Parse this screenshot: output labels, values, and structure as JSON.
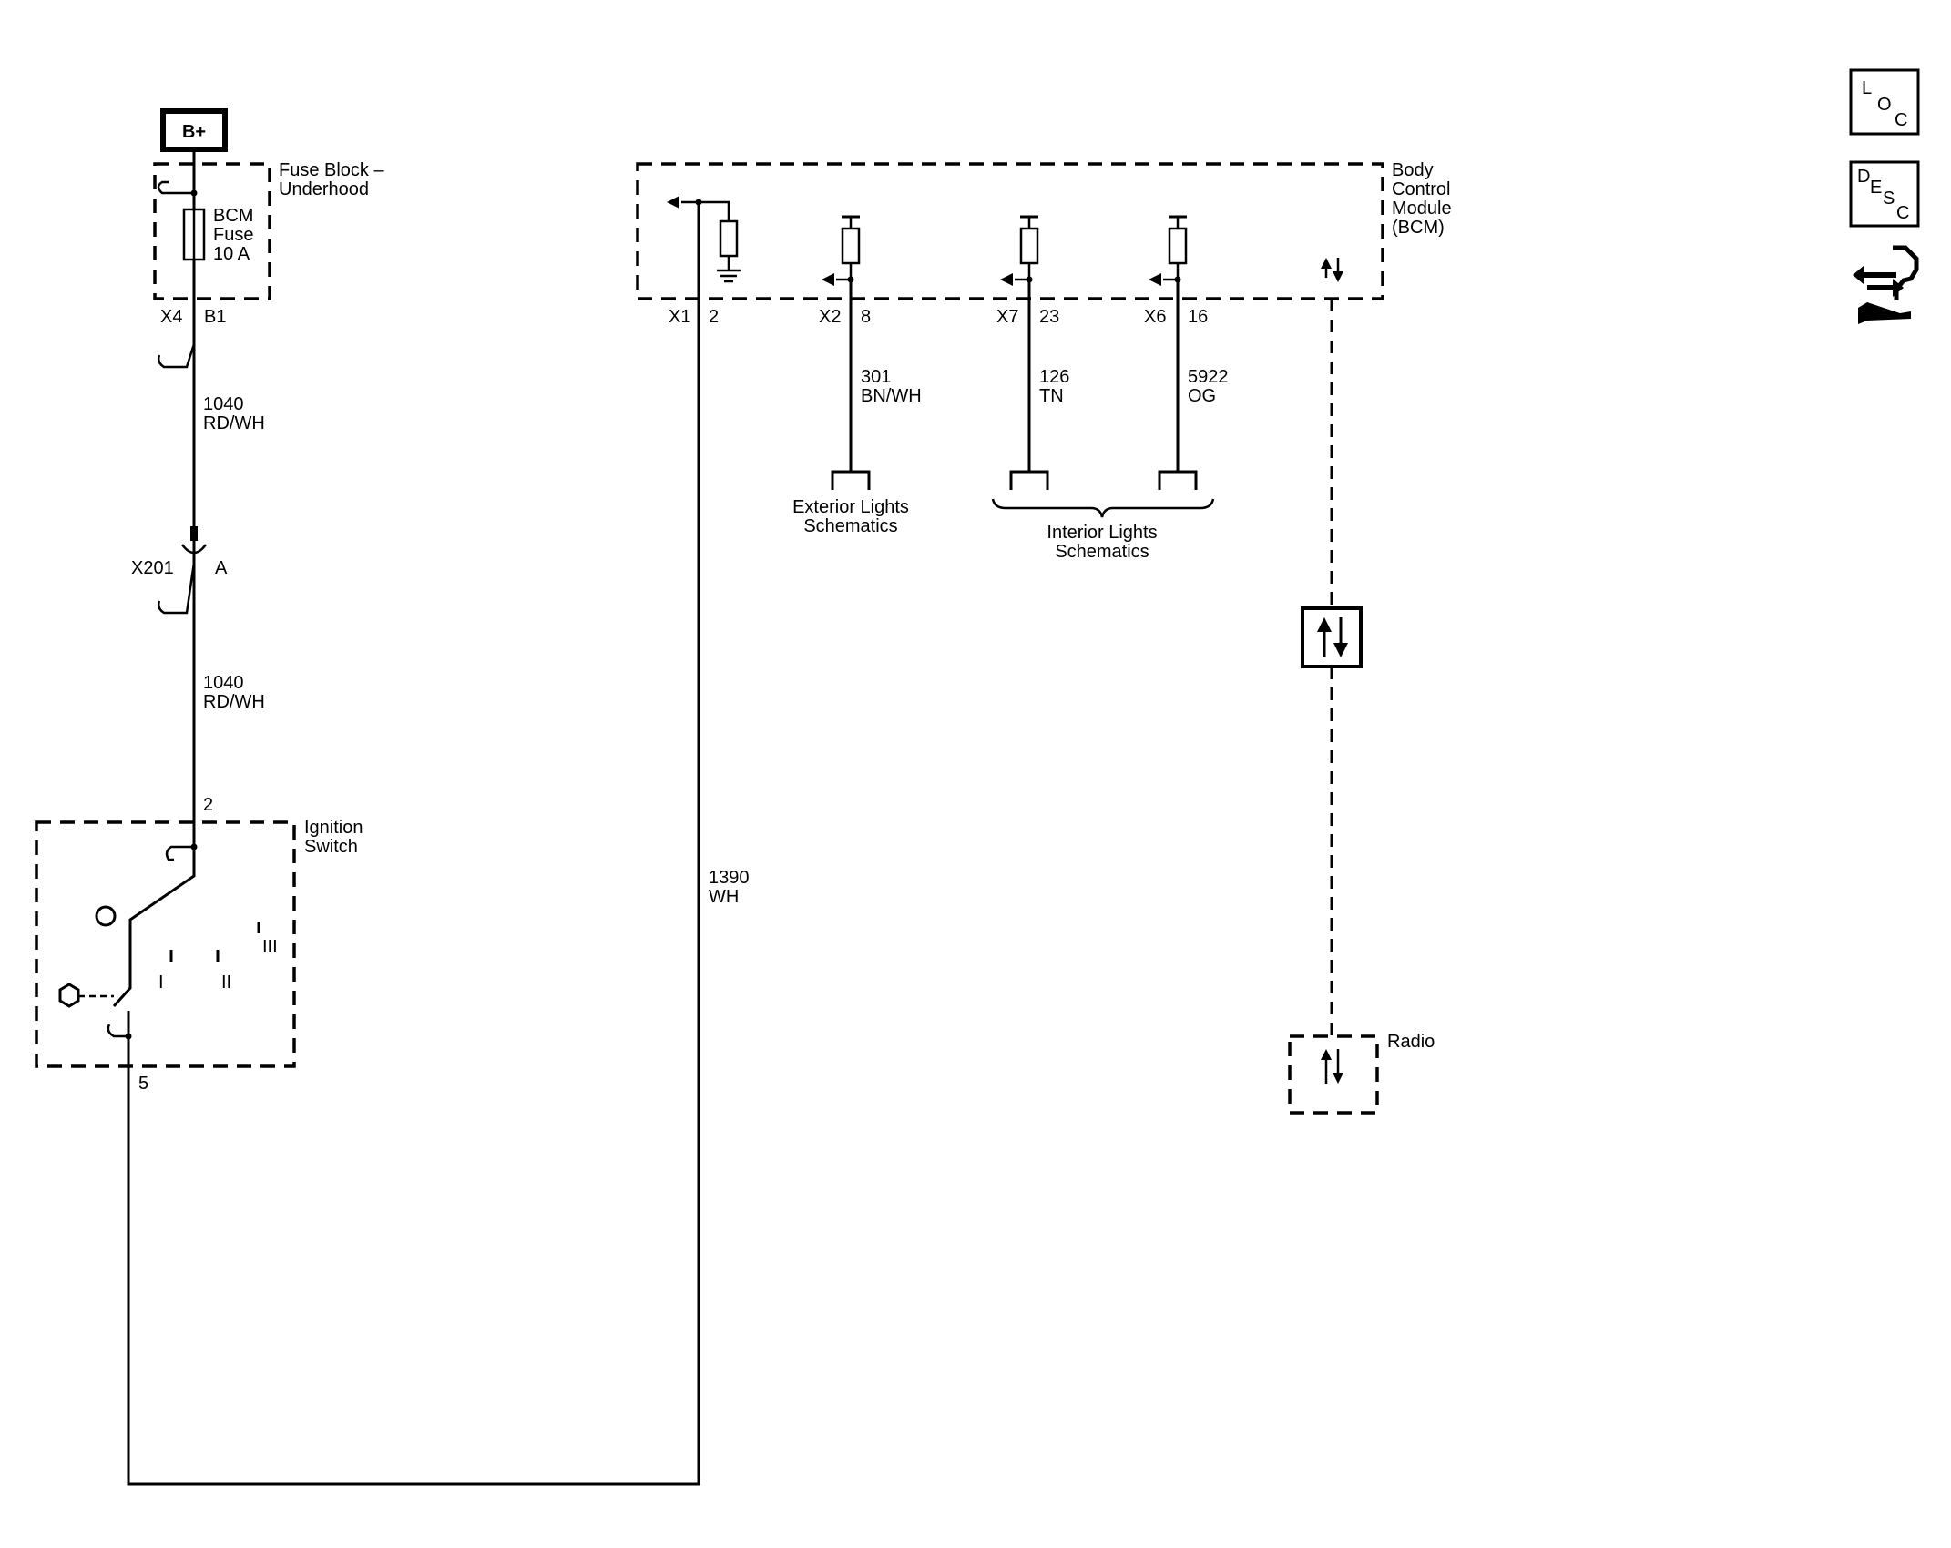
{
  "power": {
    "label": "B+"
  },
  "fuse_block": {
    "title_line1": "Fuse Block –",
    "title_line2": "Underhood",
    "fuse_line1": "BCM",
    "fuse_line2": "Fuse",
    "fuse_line3": "10 A",
    "connector": "X4",
    "pin": "B1"
  },
  "wire_upper": {
    "circuit": "1040",
    "color": "RD/WH"
  },
  "inline_connector": {
    "name": "X201",
    "pin": "A"
  },
  "wire_lower": {
    "circuit": "1040",
    "color": "RD/WH"
  },
  "ignition_switch": {
    "title_line1": "Ignition",
    "title_line2": "Switch",
    "pin_in": "2",
    "pin_out": "5",
    "pos_1": "I",
    "pos_2": "II",
    "pos_3": "III"
  },
  "bcm": {
    "title_line1": "Body",
    "title_line2": "Control",
    "title_line3": "Module",
    "title_line4": "(BCM)",
    "pins": [
      {
        "connector": "X1",
        "pin": "2"
      },
      {
        "connector": "X2",
        "pin": "8"
      },
      {
        "connector": "X7",
        "pin": "23"
      },
      {
        "connector": "X6",
        "pin": "16"
      }
    ]
  },
  "wire_bcm_feed": {
    "circuit": "1390",
    "color": "WH"
  },
  "outputs": [
    {
      "circuit": "301",
      "color": "BN/WH"
    },
    {
      "circuit": "126",
      "color": "TN"
    },
    {
      "circuit": "5922",
      "color": "OG"
    }
  ],
  "refs": {
    "exterior_line1": "Exterior Lights",
    "exterior_line2": "Schematics",
    "interior_line1": "Interior Lights",
    "interior_line2": "Schematics"
  },
  "radio": {
    "label": "Radio"
  },
  "icons": [
    "loc-icon",
    "desc-icon",
    "wrench-icon",
    "data-arrows-icon",
    "ground-icon",
    "fuse-icon",
    "resistor-icon"
  ]
}
